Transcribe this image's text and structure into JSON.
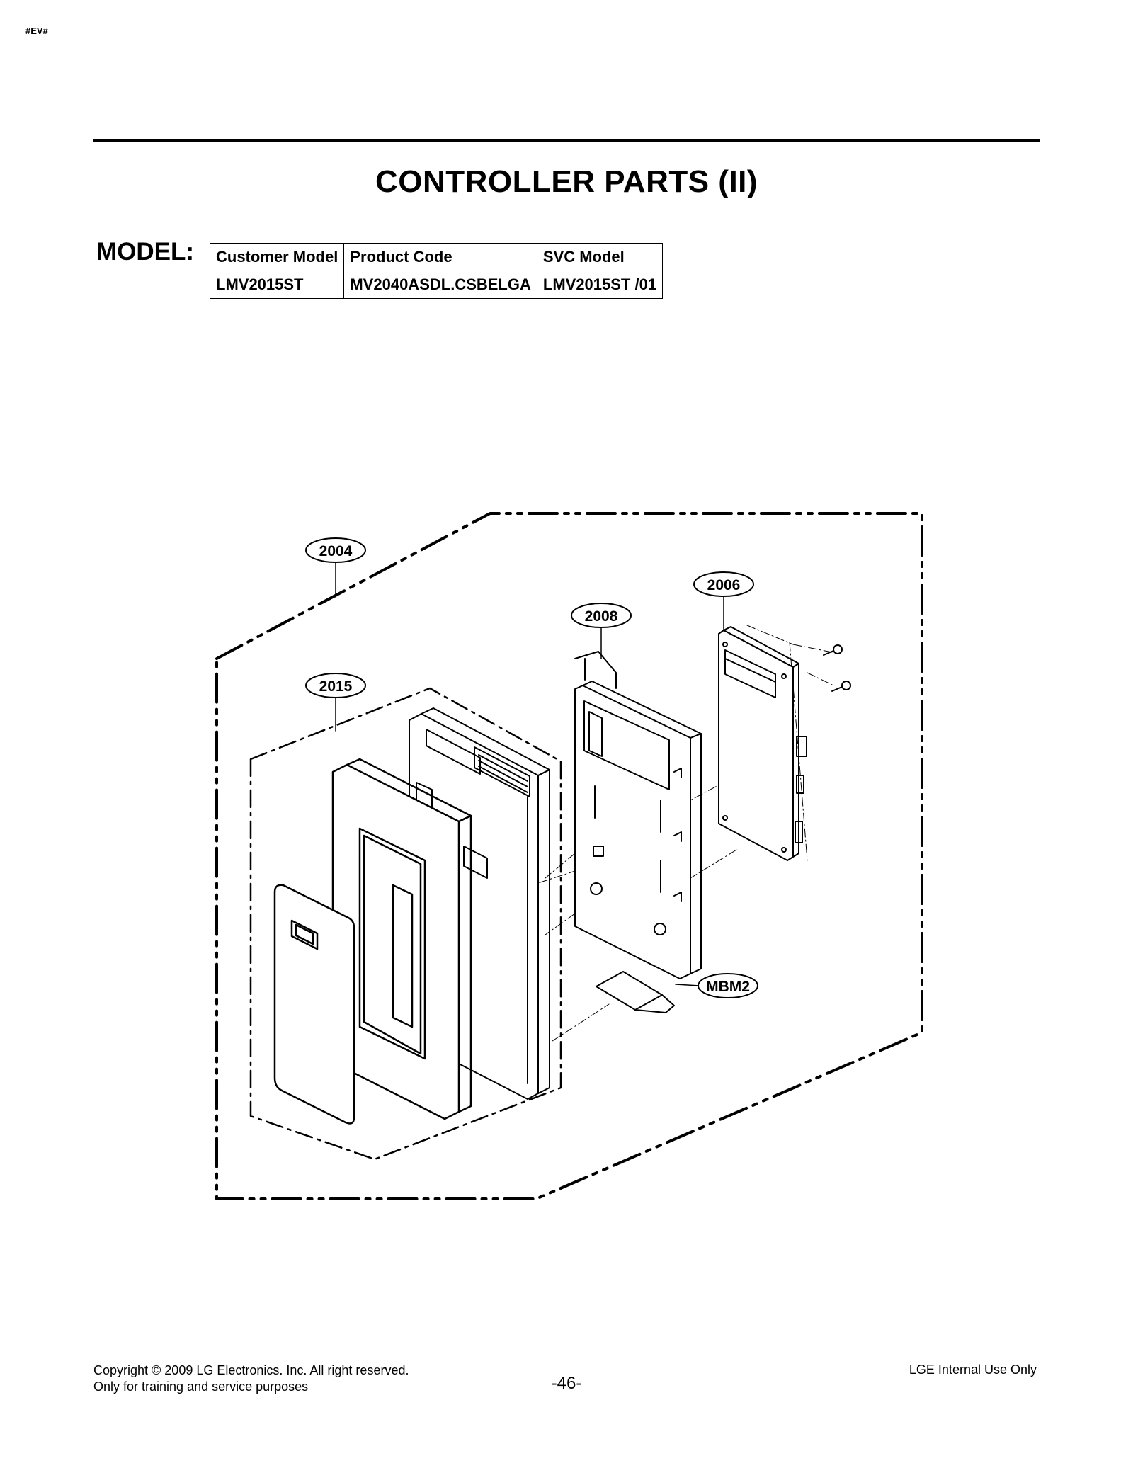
{
  "page_tag": "#EV#",
  "title": "CONTROLLER PARTS (II)",
  "model": {
    "label": "MODEL:",
    "headers": [
      "Customer Model",
      "Product Code",
      "SVC Model"
    ],
    "values": [
      "LMV2015ST",
      "MV2040ASDL.CSBELGA",
      "LMV2015ST /01"
    ]
  },
  "callouts": {
    "c2004": "2004",
    "c2006": "2006",
    "c2008": "2008",
    "c2015": "2015",
    "cMBM2": "MBM2"
  },
  "footer": {
    "copyright": "Copyright © 2009 LG Electronics. Inc. All right reserved.",
    "purpose": "Only for training and service purposes",
    "page_number": "-46-",
    "internal": "LGE Internal Use Only"
  }
}
